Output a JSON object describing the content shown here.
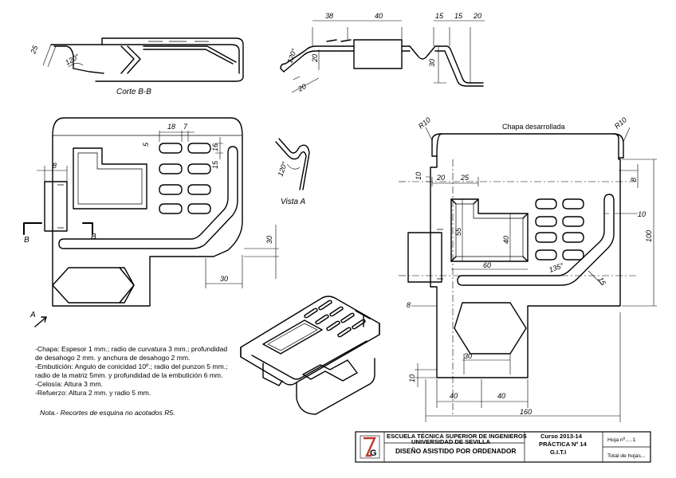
{
  "views": {
    "section_caption": "Corte B-B",
    "view_a_caption": "Vista A",
    "developed_caption": "Chapa desarrollada",
    "arrow_label_a": "A",
    "section_mark_b": "B"
  },
  "dims": {
    "d38": "38",
    "d40": "40",
    "d15": "15",
    "d20": "20",
    "d30": "30",
    "d25": "25",
    "d120": "120°",
    "d18": "18",
    "d7": "7",
    "d5": "5",
    "d16": "16",
    "d8": "8",
    "d55": "55",
    "d60": "60",
    "d100": "100",
    "d10": "10",
    "d135": "135°",
    "d160": "160",
    "dR10": "R10"
  },
  "notes": [
    "-Chapa: Espesor 1 mm.; radio de curvatura 3 mm.; profundidad",
    "de desahogo 2 mm. y anchura de desahogo 2 mm.",
    "-Embutición: Angulo de conicidad 10º.; radio del punzon 5 mm.;",
    "radio de la matriz 5mm. y profundidad de la embutición 6 mm.",
    "-Celosía: Altura 3 mm.",
    "-Refuerzo: Altura 2 mm. y radio 5 mm."
  ],
  "footnote": "Nota.- Recortes de esquina no acotados R5.",
  "title_block": {
    "school_line1": "ESCUELA TÉCNICA SUPERIOR DE INGENIEROS",
    "school_line2": "UNIVERSIDAD DE SEVILLA",
    "subject": "DISEÑO ASISTIDO POR ORDENADOR",
    "course": "Curso 2013-14",
    "practice": "PRÁCTICA Nº 14",
    "degree": "G.I.T.I",
    "sheet_no": "Hoja nº.....1",
    "total_sheets": "Total de hojas..."
  }
}
